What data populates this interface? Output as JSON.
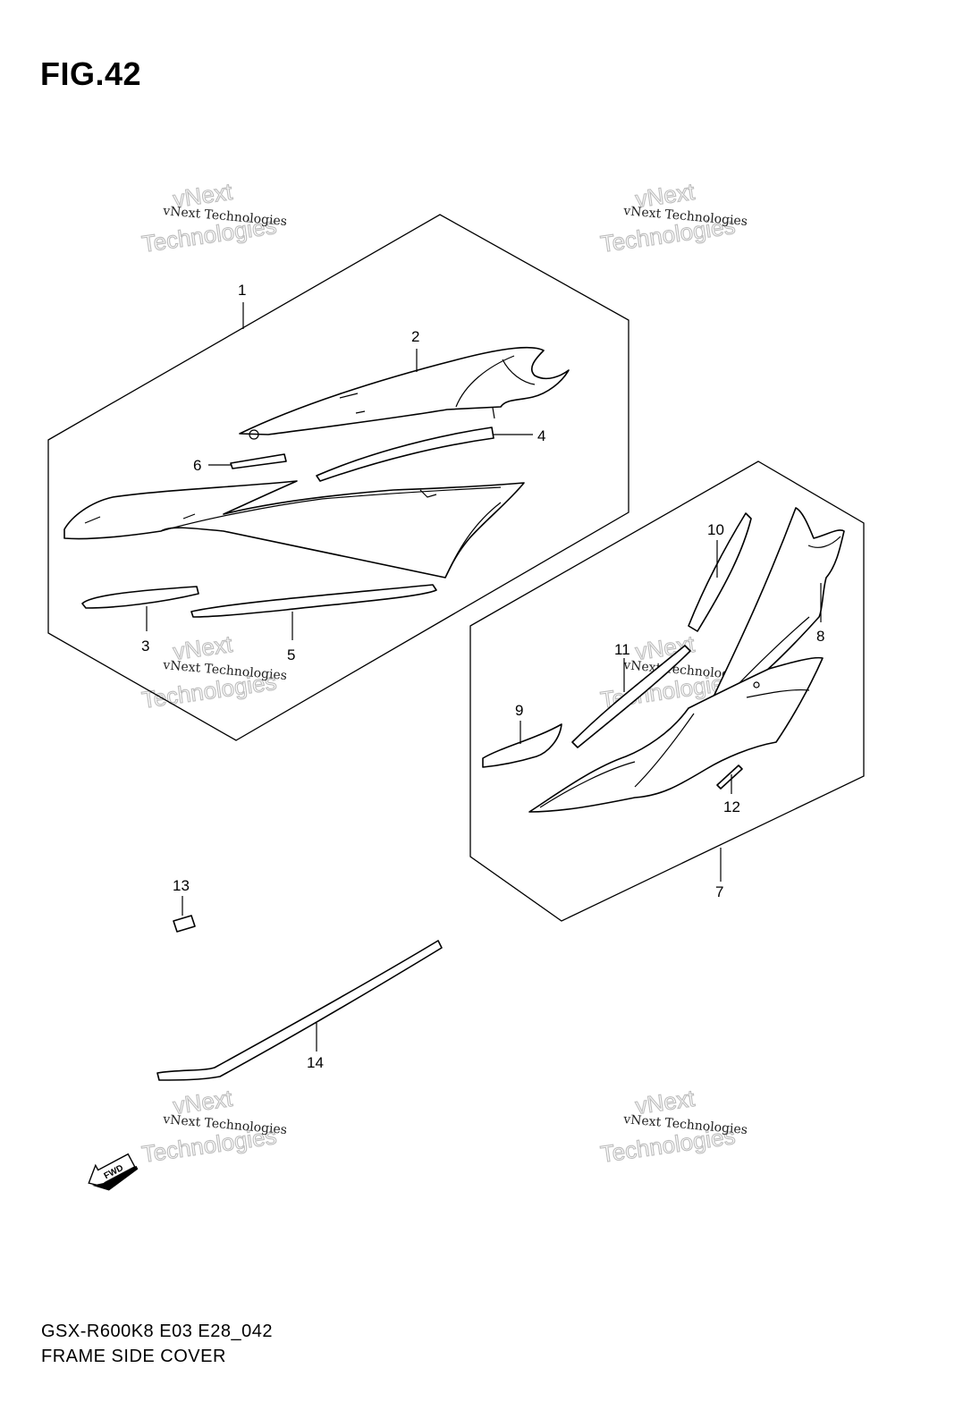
{
  "figure": {
    "title": "FIG.42"
  },
  "callouts": [
    {
      "id": "1",
      "label": "1"
    },
    {
      "id": "2",
      "label": "2"
    },
    {
      "id": "3",
      "label": "3"
    },
    {
      "id": "4",
      "label": "4"
    },
    {
      "id": "5",
      "label": "5"
    },
    {
      "id": "6",
      "label": "6"
    },
    {
      "id": "7",
      "label": "7"
    },
    {
      "id": "8",
      "label": "8"
    },
    {
      "id": "9",
      "label": "9"
    },
    {
      "id": "10",
      "label": "10"
    },
    {
      "id": "11",
      "label": "11"
    },
    {
      "id": "12",
      "label": "12"
    },
    {
      "id": "13",
      "label": "13"
    },
    {
      "id": "14",
      "label": "14"
    }
  ],
  "watermark": {
    "line1": "vNext Technologies",
    "big1": "vNext",
    "big2": "Technologies"
  },
  "fwd_label": "FWD",
  "footer": {
    "model_code": "GSX-R600K8 E03 E28_042",
    "section_name": "FRAME SIDE COVER"
  }
}
